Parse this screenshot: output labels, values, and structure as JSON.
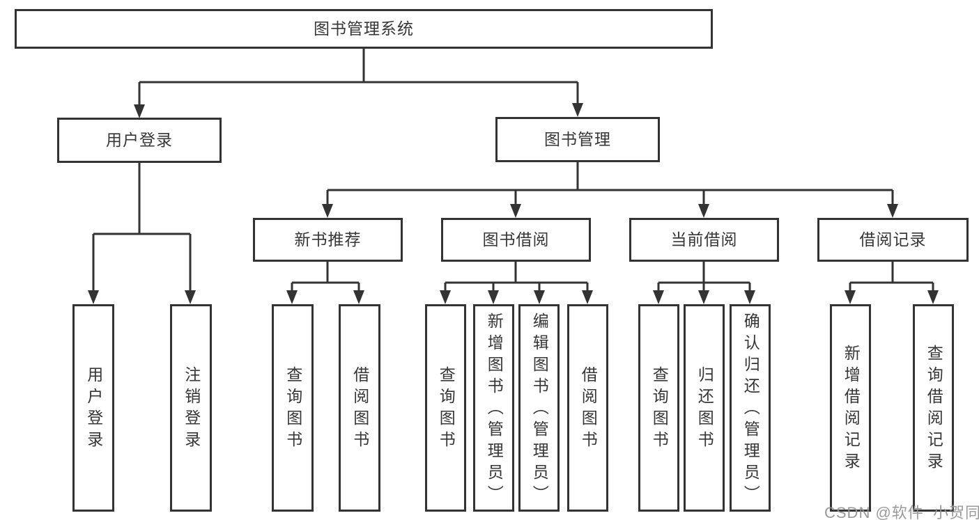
{
  "diagram": {
    "title": "图书管理系统",
    "watermark": "CSDN @软件_小贺同学",
    "colors": {
      "line": "#333333",
      "box_border": "#333333",
      "text": "#363636",
      "watermark": "#949494",
      "background": "#ffffff"
    }
  },
  "nodes": {
    "root": "图书管理系统",
    "user_login": "用户登录",
    "book_management": "图书管理",
    "new_book_recommend": "新书推荐",
    "book_borrow": "图书借阅",
    "current_borrow": "当前借阅",
    "borrow_records": "借阅记录",
    "user_login_leaf": "用户登录",
    "logout_leaf": "注销登录",
    "query_books_a": "查询图书",
    "borrow_books_a": "借阅图书",
    "query_books_b": "查询图书",
    "add_books_admin": "新增图书（管理员）",
    "edit_books_admin": "编辑图书（管理员）",
    "borrow_books_b": "借阅图书",
    "query_books_c": "查询图书",
    "return_books": "归还图书",
    "confirm_return_admin": "确认归还（管理员）",
    "add_borrow_record": "新增借阅记录",
    "query_borrow_record": "查询借阅记录"
  },
  "structure": {
    "图书管理系统": {
      "用户登录": [
        "用户登录",
        "注销登录"
      ],
      "图书管理": {
        "新书推荐": [
          "查询图书",
          "借阅图书"
        ],
        "图书借阅": [
          "查询图书",
          "新增图书（管理员）",
          "编辑图书（管理员）",
          "借阅图书"
        ],
        "当前借阅": [
          "查询图书",
          "归还图书",
          "确认归还（管理员）"
        ],
        "借阅记录": [
          "新增借阅记录",
          "查询借阅记录"
        ]
      }
    }
  }
}
